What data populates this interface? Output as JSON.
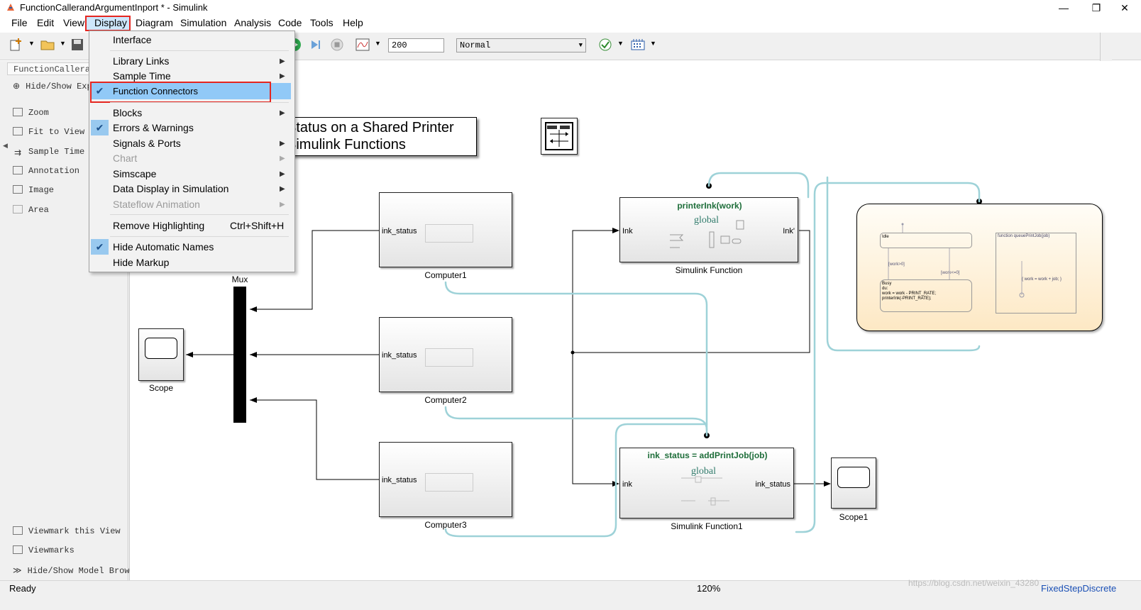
{
  "window": {
    "title": "FunctionCallerandArgumentInport * - Simulink",
    "minimize": "—",
    "restore": "❐",
    "close": "✕"
  },
  "menubar": [
    "File",
    "Edit",
    "View",
    "Display",
    "Diagram",
    "Simulation",
    "Analysis",
    "Code",
    "Tools",
    "Help"
  ],
  "toolbar": {
    "stop_time": "200",
    "sim_mode": "Normal"
  },
  "palette": {
    "breadcrumb": "FunctionCallerandA",
    "hide_show_explorer": "Hide/Show Exple",
    "tools": [
      "Zoom",
      "Fit to View",
      "Sample Time",
      "Annotation",
      "Image",
      "Area"
    ],
    "bottom": [
      "Viewmark this View",
      "Viewmarks",
      "Hide/Show Model Browser"
    ]
  },
  "display_menu": {
    "items": [
      {
        "label": "Interface"
      },
      {
        "label": "Library Links",
        "submenu": true
      },
      {
        "label": "Sample Time",
        "submenu": true
      },
      {
        "label": "Function Connectors",
        "checked": true,
        "highlighted": true
      },
      {
        "label": "Blocks",
        "submenu": true
      },
      {
        "label": "Errors & Warnings",
        "checked": true
      },
      {
        "label": "Signals & Ports",
        "submenu": true
      },
      {
        "label": "Chart",
        "submenu": true,
        "disabled": true
      },
      {
        "label": "Simscape",
        "submenu": true
      },
      {
        "label": "Data Display in Simulation",
        "submenu": true
      },
      {
        "label": "Stateflow Animation",
        "submenu": true,
        "disabled": true
      },
      {
        "label": "Remove Highlighting",
        "shortcut": "Ctrl+Shift+H"
      },
      {
        "label": "Hide Automatic Names",
        "checked": true
      },
      {
        "label": "Hide Markup"
      }
    ]
  },
  "diagram": {
    "annotation_line1": "Status on a Shared Printer",
    "annotation_line2": "Simulink Functions",
    "mux_label": "Mux",
    "scope_label": "Scope",
    "scope1_label": "Scope1",
    "computers": [
      {
        "name": "Computer1",
        "port": "ink_status"
      },
      {
        "name": "Computer2",
        "port": "ink_status"
      },
      {
        "name": "Computer3",
        "port": "ink_status"
      }
    ],
    "fn1": {
      "header": "printerInk(work)",
      "name": "Simulink Function",
      "in": "Ink",
      "out": "Ink'",
      "scope": "global"
    },
    "fn2": {
      "header": "ink_status = addPrintJob(job)",
      "name": "Simulink Function1",
      "in": "ink",
      "out": "ink_status",
      "scope": "global"
    },
    "chart": {
      "idle": "Idle",
      "busy": "Busy\ndu:\nwork = work - PRINT_RATE;\nprinterInk(-PRINT_RATE);",
      "guard1": "[work>0]",
      "guard2": "[work<=0]",
      "fn": "function queuePrintJob(job)",
      "fn_body": "{ work = work + job; }"
    }
  },
  "status": {
    "left": "Ready",
    "zoom": "120%",
    "solver": "FixedStepDiscrete",
    "watermark": "https://blog.csdn.net/weixin_43280"
  }
}
